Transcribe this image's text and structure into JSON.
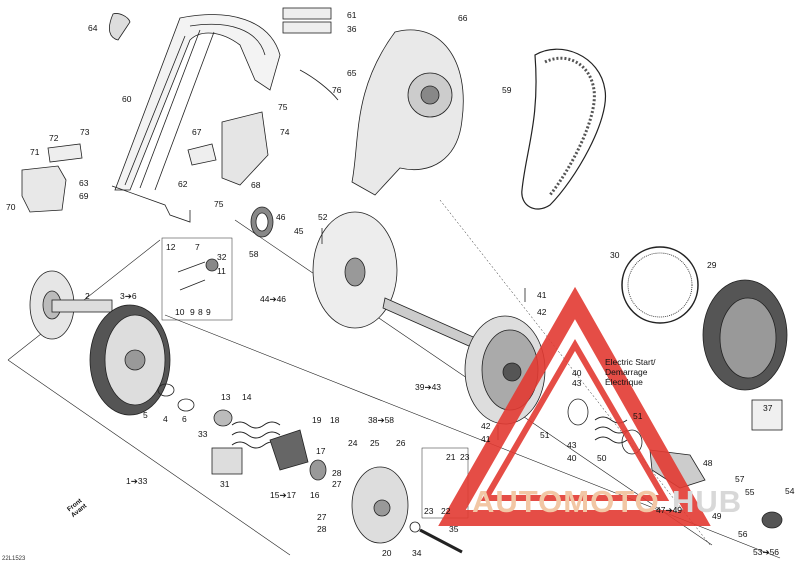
{
  "diagram": {
    "id_code": "22L1523",
    "watermark": {
      "left": "AUTOMOTO",
      "right": "HUB",
      "left_color": "#f2c7a5",
      "right_color": "#d8d8d8",
      "triangle_color": "#e23a32"
    },
    "electric_start": [
      "Electric Start/",
      "Demarrage",
      "Électrique"
    ],
    "front_arrow": [
      "Front",
      "Avant"
    ],
    "labels": [
      "64",
      "61",
      "36",
      "66",
      "60",
      "65",
      "76",
      "59",
      "75",
      "67",
      "74",
      "72",
      "73",
      "71",
      "63",
      "69",
      "70",
      "62",
      "75",
      "68",
      "52",
      "46",
      "45",
      "58",
      "12",
      "7",
      "32",
      "11",
      "2",
      "3➔6",
      "10",
      "9",
      "8",
      "9",
      "44➔46",
      "41",
      "42",
      "29",
      "30",
      "39➔43",
      "40",
      "43",
      "5",
      "4",
      "6",
      "33",
      "13",
      "14",
      "19",
      "18",
      "17",
      "38➔58",
      "31",
      "15➔17",
      "16",
      "24",
      "25",
      "26",
      "21",
      "23",
      "28",
      "27",
      "22",
      "23",
      "27",
      "28",
      "20",
      "34",
      "35",
      "1➔33",
      "51",
      "43",
      "42",
      "41",
      "40",
      "50",
      "51",
      "48",
      "37",
      "57",
      "47➔49",
      "49",
      "56",
      "55",
      "54",
      "53➔56"
    ]
  }
}
